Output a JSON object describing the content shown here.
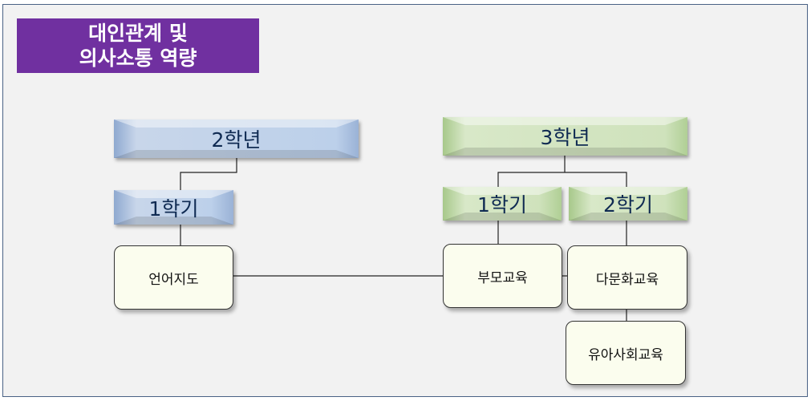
{
  "title": {
    "line1": "대인관계 및",
    "line2": "의사소통 역량"
  },
  "grade2": {
    "label": "2학년",
    "semester1": "1학기",
    "items": [
      "언어지도"
    ]
  },
  "grade3": {
    "label": "3학년",
    "semester1": "1학기",
    "semester2": "2학기",
    "semester1_items": [
      "부모교육"
    ],
    "semester2_items": [
      "다문화교육",
      "유아사회교육"
    ]
  },
  "colors": {
    "title_bg": "#7030a0",
    "grade2": "#bcd0ea",
    "grade3": "#cfe2bc",
    "node_bg": "#fbfdee"
  }
}
